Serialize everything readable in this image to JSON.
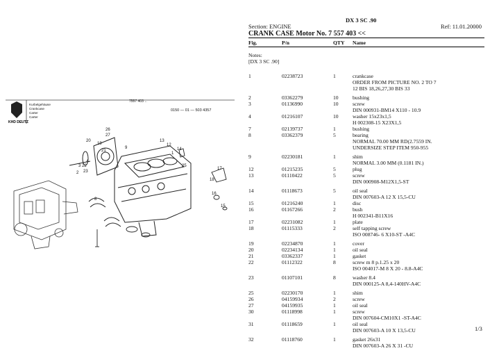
{
  "header": {
    "title": "DX 3 SC .90",
    "section": "Section: ENGINE",
    "ref": "Ref: 11.01.20000",
    "heading": "CRANK CASE Motor No. 7 557 403 <<"
  },
  "columns": {
    "fig": "Fig.",
    "pn": "P/n",
    "qty": "QTY",
    "name": "Name"
  },
  "notes": {
    "label": "Notes:",
    "text": "[DX 3 SC .90]"
  },
  "rows": [
    {
      "fig": "1",
      "pn": "02238723",
      "qty": "1",
      "lines": [
        "crankcase",
        "ORDER FROM PICTURE NO. 2 TO 7",
        "12 BIS 18,26,27,30 BIS 33"
      ]
    },
    {
      "fig": "2",
      "pn": "03362279",
      "qty": "10",
      "lines": [
        "bushing"
      ]
    },
    {
      "fig": "3",
      "pn": "01136990",
      "qty": "10",
      "lines": [
        "screw",
        "DIN 000931-BM14 X110 - 10.9"
      ]
    },
    {
      "fig": "4",
      "pn": "01216107",
      "qty": "10",
      "lines": [
        "washer 15x23x1,5",
        "H 002308-15 X23X1,5"
      ]
    },
    {
      "fig": "7",
      "pn": "02139737",
      "qty": "1",
      "lines": [
        "bushing"
      ]
    },
    {
      "fig": "8",
      "pn": "03362379",
      "qty": "5",
      "lines": [
        "bearing",
        "NORMAL 70.00 MM RD(2.7559 IN.",
        "UNDERSIZE STEP ITEM 950-955"
      ]
    },
    {
      "fig": "9",
      "pn": "02230181",
      "qty": "1",
      "lines": [
        "shim",
        "NORMAL 3.00 MM (0.1181 IN.)"
      ]
    },
    {
      "fig": "12",
      "pn": "01215235",
      "qty": "5",
      "lines": [
        "plug"
      ]
    },
    {
      "fig": "13",
      "pn": "01110422",
      "qty": "5",
      "lines": [
        "screw",
        "DIN 000908-M12X1,5-ST"
      ]
    },
    {
      "fig": "14",
      "pn": "01118673",
      "qty": "5",
      "lines": [
        "oil seal",
        "DIN 007603-A 12 X 15,5-CU"
      ]
    },
    {
      "fig": "15",
      "pn": "01216240",
      "qty": "1",
      "lines": [
        "disc"
      ]
    },
    {
      "fig": "16",
      "pn": "01167266",
      "qty": "2",
      "lines": [
        "bush",
        "H 002341-B11X16"
      ]
    },
    {
      "fig": "17",
      "pn": "02231082",
      "qty": "1",
      "lines": [
        "plate"
      ]
    },
    {
      "fig": "18",
      "pn": "01115333",
      "qty": "2",
      "lines": [
        "self tapping screw",
        "ISO 008746- 6 X10-ST -A4C"
      ]
    },
    {
      "fig": "19",
      "pn": "02234870",
      "qty": "1",
      "lines": [
        "cover"
      ]
    },
    {
      "fig": "20",
      "pn": "02234134",
      "qty": "1",
      "lines": [
        "oil seal"
      ]
    },
    {
      "fig": "21",
      "pn": "03362337",
      "qty": "1",
      "lines": [
        "gasket"
      ]
    },
    {
      "fig": "22",
      "pn": "01112322",
      "qty": "8",
      "lines": [
        "screw m 8 p.1.25 x 20",
        "ISO 004017-M 8 X 20 - 8.8-A4C"
      ]
    },
    {
      "fig": "23",
      "pn": "01107101",
      "qty": "8",
      "lines": [
        "washer 8.4",
        "DIN 000125-A 8,4-140HV-A4C"
      ]
    },
    {
      "fig": "25",
      "pn": "02230170",
      "qty": "1",
      "lines": [
        "shim"
      ]
    },
    {
      "fig": "26",
      "pn": "04159934",
      "qty": "2",
      "lines": [
        "screw"
      ]
    },
    {
      "fig": "27",
      "pn": "04159935",
      "qty": "1",
      "lines": [
        "oil seal"
      ]
    },
    {
      "fig": "30",
      "pn": "01118998",
      "qty": "1",
      "lines": [
        "screw",
        "DIN 007604-CM10X1 -ST-A4C"
      ]
    },
    {
      "fig": "31",
      "pn": "01118659",
      "qty": "1",
      "lines": [
        "oil seal",
        "DIN 007603-A 10 X 13,5-CU"
      ]
    },
    {
      "fig": "32",
      "pn": "01118760",
      "qty": "1",
      "lines": [
        "gasket 26x31",
        "DIN 007603-A 26 X 31 -CU"
      ]
    }
  ],
  "page": "1/3",
  "drawing": {
    "brand": "KHD DEUTZ",
    "labels_de": [
      "Kurbelgehäuse",
      "Crankcase",
      "Carter",
      "Carter"
    ],
    "part_ref": "7557 403 ←",
    "sheet_no": "0150 — 01 — 503 4357",
    "callouts": [
      "26",
      "27",
      "20",
      "9",
      "4",
      "3",
      "2",
      "1",
      "13",
      "12",
      "14",
      "8",
      "22",
      "23",
      "21",
      "19",
      "17",
      "18",
      "16",
      "15",
      "25"
    ]
  }
}
